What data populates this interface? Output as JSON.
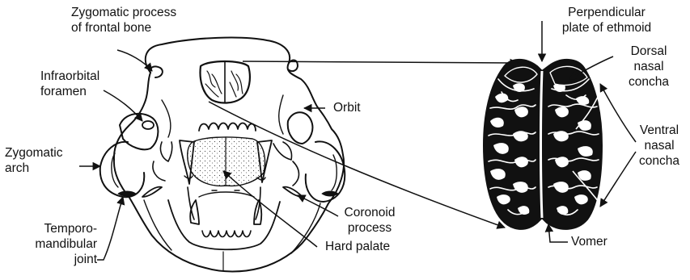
{
  "labels": {
    "zygomatic_process": [
      "Zygomatic process",
      "of frontal bone"
    ],
    "infraorbital_foramen": [
      "Infraorbital",
      "foramen"
    ],
    "zygomatic_arch": [
      "Zygomatic",
      "arch"
    ],
    "temporomandibular_joint": [
      "Temporo-",
      "mandibular",
      "joint"
    ],
    "orbit": "Orbit",
    "coronoid_process": [
      "Coronoid",
      "process"
    ],
    "hard_palate": "Hard palate",
    "perpendicular_plate": [
      "Perpendicular",
      "plate of ethmoid"
    ],
    "dorsal_nasal_concha": [
      "Dorsal",
      "nasal",
      "concha"
    ],
    "ventral_nasal_concha": [
      "Ventral",
      "nasal",
      "concha"
    ],
    "vomer": "Vomer"
  },
  "colors": {
    "ink": "#111111",
    "background": "#ffffff"
  }
}
